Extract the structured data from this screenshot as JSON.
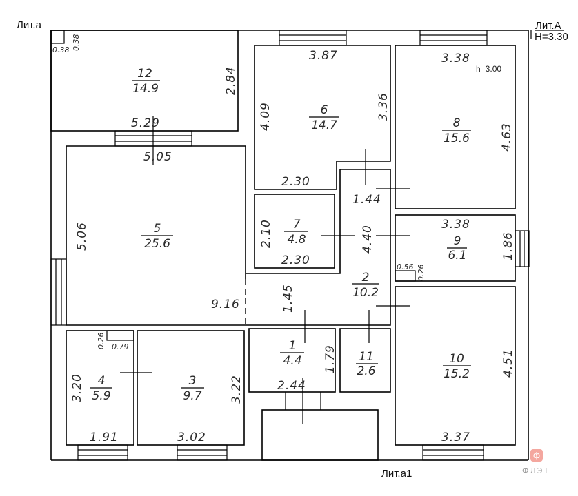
{
  "labels": {
    "lit_a": "Лит.a",
    "lit_A": "Лит.А",
    "lit_A_height": "H=3.30",
    "lit_a1": "Лит.a1",
    "room8_height": "h=3.00"
  },
  "rooms": [
    {
      "number": "1",
      "area": "4.4"
    },
    {
      "number": "2",
      "area": "10.2"
    },
    {
      "number": "3",
      "area": "9.7"
    },
    {
      "number": "4",
      "area": "5.9"
    },
    {
      "number": "5",
      "area": "25.6"
    },
    {
      "number": "6",
      "area": "14.7"
    },
    {
      "number": "7",
      "area": "4.8"
    },
    {
      "number": "8",
      "area": "15.6"
    },
    {
      "number": "9",
      "area": "6.1"
    },
    {
      "number": "10",
      "area": "15.2"
    },
    {
      "number": "11",
      "area": "2.6"
    },
    {
      "number": "12",
      "area": "14.9"
    }
  ],
  "dimensions": {
    "r12_corner_w": "0.38",
    "r12_corner_h": "0.38",
    "r12_height": "2.84",
    "r12_width": "5.29",
    "r5_width": "5.05",
    "r5_height": "5.06",
    "r5_long": "9.16",
    "r6_width": "3.87",
    "r6_left": "4.09",
    "r6_right": "3.36",
    "r6_bottom": "2.30",
    "r8_width": "3.38",
    "r8_height": "4.63",
    "r7_left": "2.10",
    "r7_bottom": "2.30",
    "r2_top": "1.44",
    "r2_height": "4.40",
    "r2_lower": "1.45",
    "r9_width": "3.38",
    "r9_height": "1.86",
    "r9_niche_w": "0.56",
    "r9_niche_h": "0.26",
    "r4_niche_h": "0.26",
    "r4_niche_w": "0.79",
    "r4_height": "3.20",
    "r4_width": "1.91",
    "r3_height": "3.22",
    "r3_width": "3.02",
    "r1_height": "1.79",
    "r1_width": "2.44",
    "r10_height": "4.51",
    "r10_width": "3.37"
  },
  "watermark": {
    "brand": "ФЛЭТ",
    "logo_glyph": "ф",
    "color": "#f28b82"
  }
}
